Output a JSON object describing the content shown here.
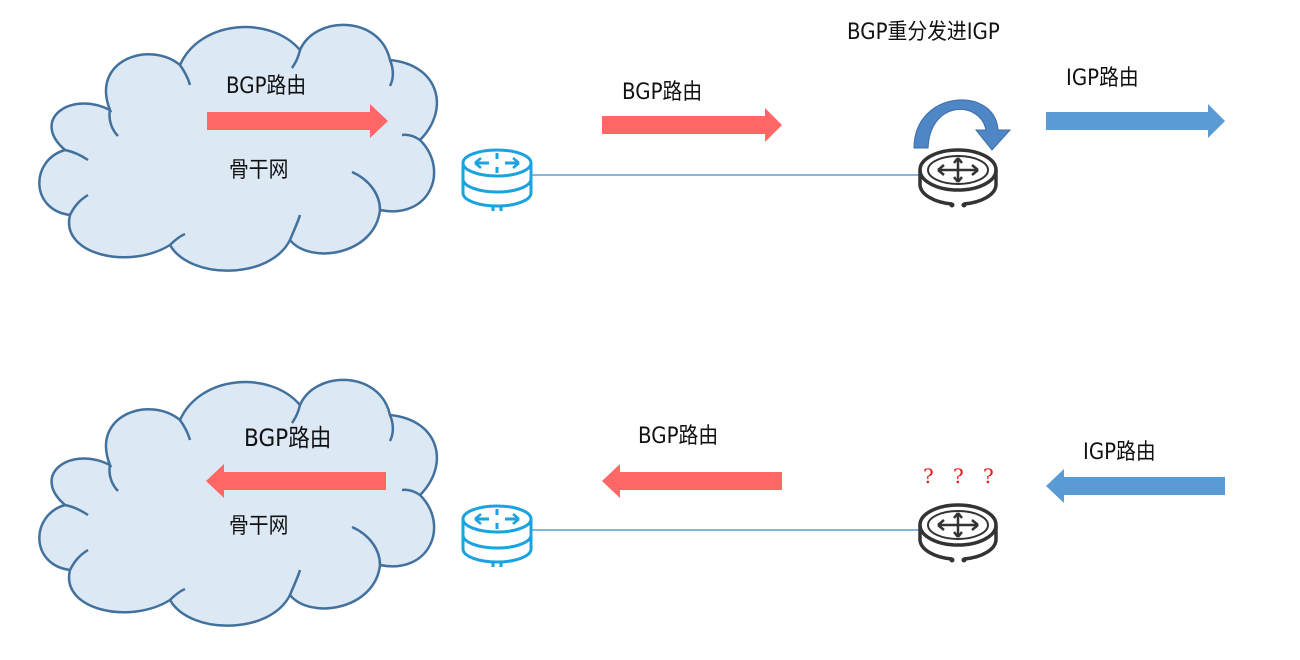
{
  "diagram": {
    "top_scenario": {
      "cloud_label": "骨干网",
      "cloud_arrow_label": "BGP路由",
      "link_arrow_label": "BGP路由",
      "redistribute_label": "BGP重分发进IGP",
      "igp_arrow_label": "IGP路由"
    },
    "bottom_scenario": {
      "cloud_label": "骨干网",
      "cloud_arrow_label": "BGP路由",
      "link_arrow_label": "BGP路由",
      "igp_arrow_label": "IGP路由",
      "unknown_marks": [
        "?",
        "?",
        "?"
      ]
    },
    "colors": {
      "bgp_arrow": "#ff6666",
      "igp_arrow": "#5b9bd5",
      "cloud_fill": "#dde8f5",
      "cloud_stroke": "#41719c",
      "edge_router": "#1aa3e0",
      "core_router": "#333333",
      "link_line": "#5b9bd5",
      "question_mark": "#e21b1b"
    }
  }
}
